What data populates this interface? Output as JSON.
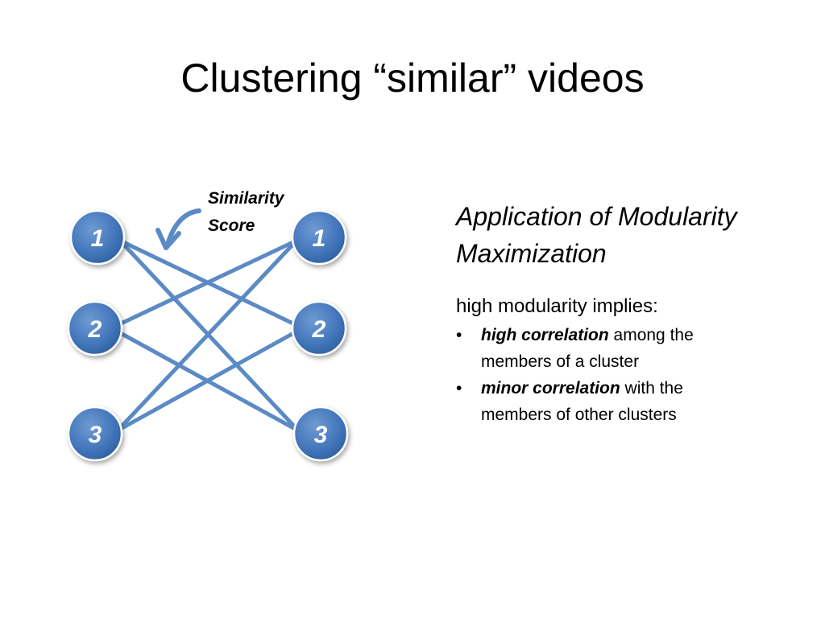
{
  "slide": {
    "title": "Clustering “similar” videos"
  },
  "diagram": {
    "left_nodes": [
      "1",
      "2",
      "3"
    ],
    "right_nodes": [
      "1",
      "2",
      "3"
    ],
    "edges": [
      [
        0,
        1
      ],
      [
        0,
        2
      ],
      [
        1,
        0
      ],
      [
        1,
        2
      ],
      [
        2,
        0
      ],
      [
        2,
        1
      ]
    ],
    "node_color": "#4f81bd",
    "edge_color": "#5b8ac5",
    "callout": {
      "line1": "Similarity",
      "line2": "Score"
    }
  },
  "text": {
    "heading_line1": "Application of Modularity",
    "heading_line2": "Maximization",
    "intro": "high modularity implies:",
    "bullets": [
      {
        "bullet": "•",
        "bold": "high correlation",
        "rest1": " among the",
        "rest2": "members of a cluster"
      },
      {
        "bullet": "•",
        "bold": "minor correlation",
        "rest1": " with the",
        "rest2": "members of other clusters"
      }
    ]
  }
}
